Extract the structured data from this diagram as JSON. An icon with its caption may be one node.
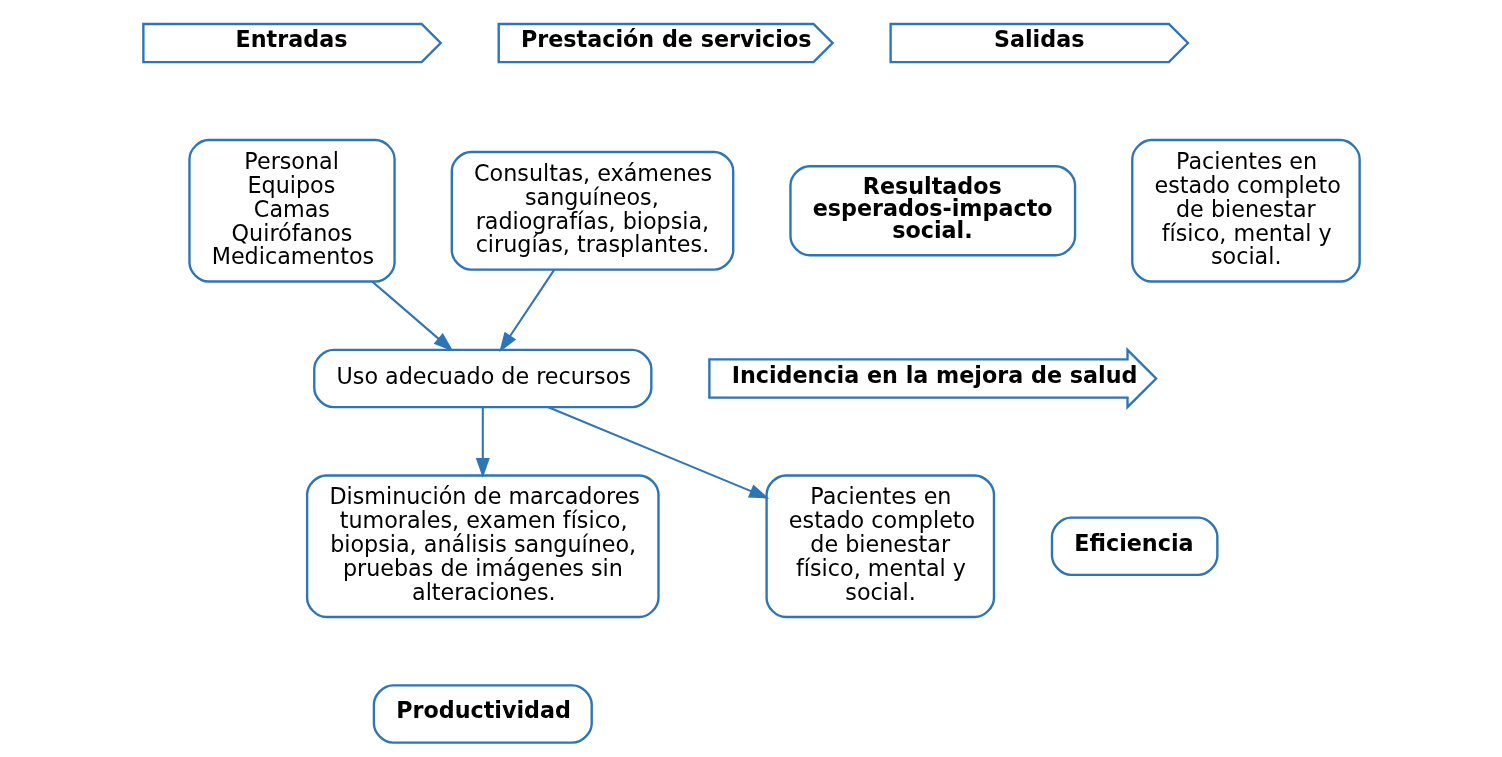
{
  "diagram": {
    "nodes": [
      {
        "text": [
          "Entradas"
        ]
      },
      {
        "text": [
          "Prestación de servicios"
        ]
      },
      {
        "text": [
          "Salidas"
        ]
      },
      {
        "text": [
          "Personal",
          "Equipos",
          "Camas",
          "Quirófanos",
          "Medicamentos"
        ]
      },
      {
        "text": [
          "Consultas, exámenes sanguíneos, radiografías, biopsia, cirugías, trasplantes."
        ]
      },
      {
        "text": [
          "Pacientes en estado completo de bienestar físico, mental y social."
        ]
      },
      {
        "text": [
          "Resultados esperados-impacto social."
        ]
      },
      {
        "text": [
          "Uso adecuado de recursos"
        ]
      },
      {
        "text": [
          "Incidencia en la mejora de salud"
        ]
      },
      {
        "text": [
          "Disminución de marcadores tumorales, examen físico, biopsia, análisis sanguíneo, pruebas de imágenes sin alteraciones."
        ]
      },
      {
        "text": [
          "Eficiencia"
        ]
      },
      {
        "text": [
          "Pacientes en estado completo de bienestar físico, mental y social."
        ]
      },
      {
        "text": [
          "Productividad"
        ]
      }
    ],
    "edges": [
      {
        "from": 3,
        "to": 7,
        "arrow": "to"
      },
      {
        "from": 4,
        "to": 7,
        "arrow": "to"
      },
      {
        "from": 7,
        "to": 9,
        "arrow": "to"
      },
      {
        "from": 7,
        "to": 11,
        "arrow": "to"
      }
    ]
  }
}
